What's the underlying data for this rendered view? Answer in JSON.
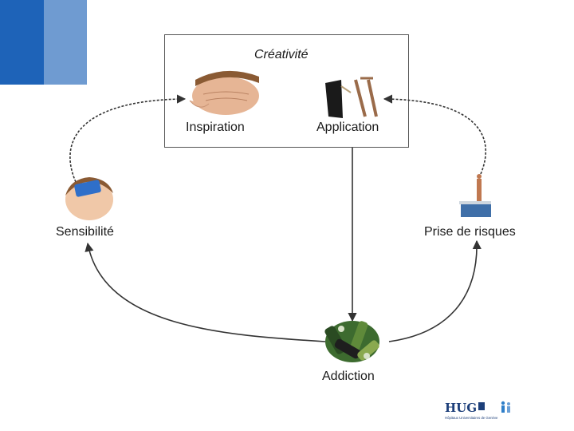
{
  "box": {
    "title": "Créativité"
  },
  "nodes": {
    "inspiration": "Inspiration",
    "application": "Application",
    "sensibilite": "Sensibilité",
    "prise_de_risques": "Prise de risques",
    "addiction": "Addiction"
  },
  "logo": {
    "text": "HUG",
    "subtitle": "Hôpitaux Universitaires de Genève"
  },
  "colors": {
    "brand_dark": "#1e63b8",
    "brand_light": "#6f9bd1",
    "arrow": "#333333"
  }
}
